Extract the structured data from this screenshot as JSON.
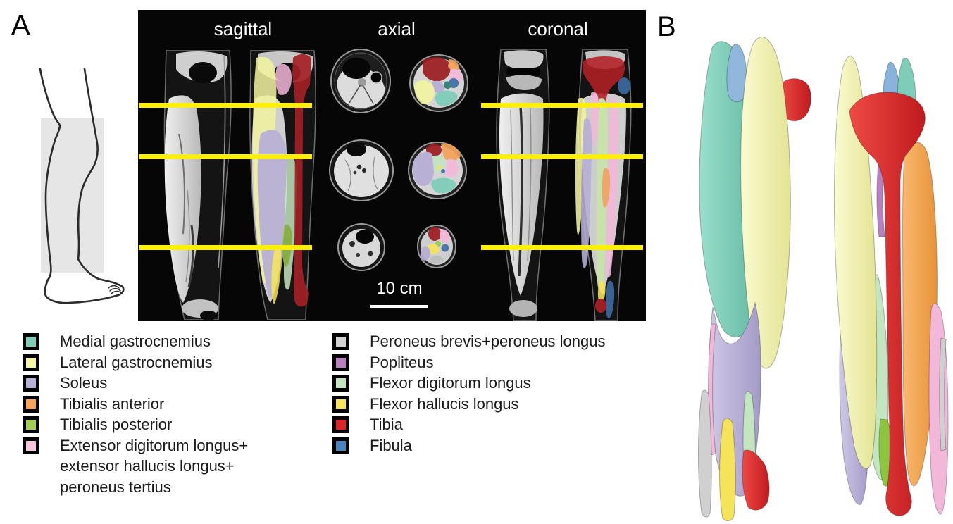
{
  "figure": {
    "panel_a_label": "A",
    "panel_b_label": "B"
  },
  "mri": {
    "view_labels": {
      "sagittal": "sagittal",
      "axial": "axial",
      "coronal": "coronal"
    },
    "scale_bar_label": "10 cm"
  },
  "legend": {
    "left_column": [
      {
        "name": "medial-gastrocnemius",
        "color": "#7DCDB9",
        "lines": [
          "Medial gastrocnemius"
        ]
      },
      {
        "name": "lateral-gastrocnemius",
        "color": "#F5F7A6",
        "lines": [
          "Lateral gastrocnemius"
        ]
      },
      {
        "name": "soleus",
        "color": "#B8B0D5",
        "lines": [
          "Soleus"
        ]
      },
      {
        "name": "tibialis-anterior",
        "color": "#F8A55A",
        "lines": [
          "Tibialis anterior"
        ]
      },
      {
        "name": "tibialis-posterior",
        "color": "#A3CE54",
        "lines": [
          "Tibialis posterior"
        ]
      },
      {
        "name": "extensor-group",
        "color": "#F8C6DF",
        "lines": [
          "Extensor digitorum longus+",
          "extensor hallucis longus+",
          "peroneus tertius"
        ]
      }
    ],
    "right_column": [
      {
        "name": "peroneus-group",
        "color": "#D3D3D3",
        "lines": [
          "Peroneus brevis+peroneus longus"
        ]
      },
      {
        "name": "popliteus",
        "color": "#B97FC2",
        "lines": [
          "Popliteus"
        ]
      },
      {
        "name": "flexor-digitorum-longus",
        "color": "#C4E5C0",
        "lines": [
          "Flexor digitorum longus"
        ]
      },
      {
        "name": "flexor-hallucis-longus",
        "color": "#F9E45C",
        "lines": [
          "Flexor hallucis longus"
        ]
      },
      {
        "name": "tibia",
        "color": "#DF2328",
        "lines": [
          "Tibia"
        ]
      },
      {
        "name": "fibula",
        "color": "#4B85BF",
        "lines": [
          "Fibula"
        ]
      }
    ]
  }
}
